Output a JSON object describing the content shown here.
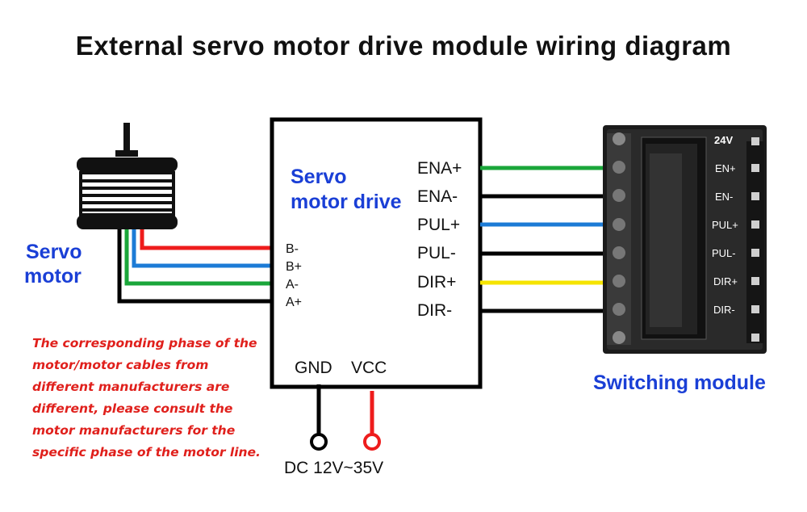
{
  "title": "External servo motor drive module wiring diagram",
  "motor": {
    "label_line1": "Servo",
    "label_line2": "motor"
  },
  "driver": {
    "label_line1": "Servo",
    "label_line2": "motor drive",
    "left_pins": [
      "B-",
      "B+",
      "A-",
      "A+"
    ],
    "right_pins": [
      "ENA+",
      "ENA-",
      "PUL+",
      "PUL-",
      "DIR+",
      "DIR-"
    ],
    "power_pins": [
      "GND",
      "VCC"
    ]
  },
  "power_supply": "DC 12V~35V",
  "module": {
    "label": "Switching module",
    "voltage": "24V",
    "pins": [
      "EN+",
      "EN-",
      "PUL+",
      "PUL-",
      "DIR+",
      "DIR-"
    ]
  },
  "note": {
    "lines": [
      "The corresponding phase of the",
      "motor/motor cables from",
      "different manufacturers are",
      "different, please consult the",
      "motor manufacturers for the",
      "specific phase of the motor line."
    ]
  },
  "colors": {
    "wire_red": "#ee1c1c",
    "wire_blue": "#1c7bd6",
    "wire_green": "#1aa63a",
    "wire_black": "#000000",
    "wire_yellow": "#f5e400",
    "label_blue": "#1a3fd6",
    "note_red": "#e0201c"
  }
}
